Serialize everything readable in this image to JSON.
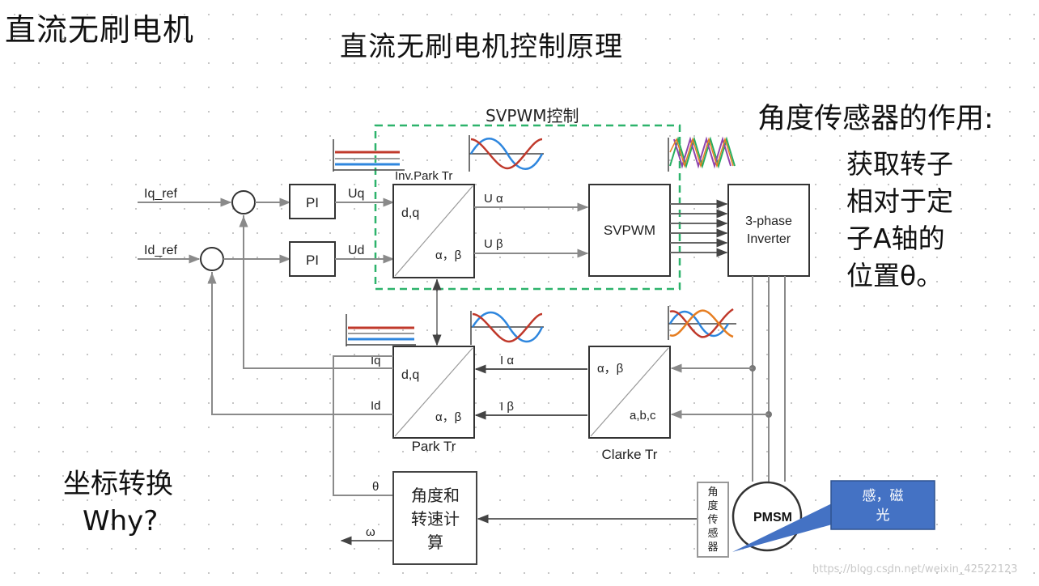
{
  "corner_title": "直流无刷电机",
  "main_title": "直流无刷电机控制原理",
  "svpwm_group_label": "SVPWM控制",
  "sensor_role": {
    "title": "角度传感器的作用:",
    "lines": [
      "获取转子",
      "相对于定",
      "子A轴的",
      "位置θ。"
    ]
  },
  "coord_transform": {
    "title": "坐标转换",
    "why": "Why?"
  },
  "watermark": "https://blog.csdn.net/weixin_42522123",
  "diagram": {
    "inputs": {
      "iq_ref": "Iq_ref",
      "id_ref": "Id_ref"
    },
    "pi_label": "PI",
    "uq": "Uq",
    "ud": "Ud",
    "inv_park": {
      "title": "Inv.Park Tr",
      "dq": "d,q",
      "ab": "α，β"
    },
    "u_alpha": "U α",
    "u_beta": "U β",
    "svpwm_block": "SVPWM",
    "inverter": {
      "line1": "3-phase",
      "line2": "Inverter"
    },
    "park": {
      "title": "Park Tr",
      "dq": "d,q",
      "ab": "α，β"
    },
    "iq": "Iq",
    "id": "Id",
    "i_alpha": "I α",
    "i_beta": "I β",
    "clarke": {
      "title": "Clarke Tr",
      "ab": "α，β",
      "abc": "a,b,c"
    },
    "angle_speed": {
      "line1": "角度和",
      "line2": "转速计",
      "line3": "算"
    },
    "theta": "θ",
    "omega": "ω",
    "angle_sensor_chars": [
      "角",
      "度",
      "传",
      "感",
      "器"
    ],
    "motor": "PMSM",
    "callout": {
      "line1": "感，磁",
      "line2": "光"
    }
  },
  "colors": {
    "svpwm_border": "#2db36b",
    "callout_fill": "#4472c4",
    "wave_red": "#c0392b",
    "wave_blue": "#2e86de",
    "wave_green": "#27ae60",
    "wave_orange": "#e67e22",
    "wave_purple": "#8e44ad"
  }
}
